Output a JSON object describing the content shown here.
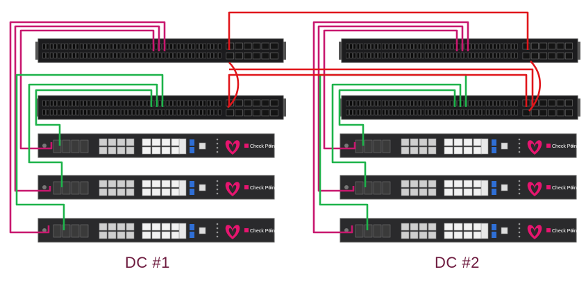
{
  "title": "",
  "colors": {
    "background": "#ffffff",
    "interconnect": "#e0161b",
    "magenta_link": "#c8176e",
    "green_link": "#1db34a",
    "switch_body": "#1c1c1e",
    "appliance_body": "#2a2a2c",
    "brand_pink": "#e6156f",
    "label_text": "#6d1a3e"
  },
  "datacenters": [
    {
      "label": "DC #1",
      "switches": [
        {
          "name": "upper switch"
        },
        {
          "name": "lower switch"
        }
      ],
      "appliances": [
        {
          "brand": "Check Point"
        },
        {
          "brand": "Check Point"
        },
        {
          "brand": "Check Point"
        }
      ]
    },
    {
      "label": "DC #2",
      "switches": [
        {
          "name": "upper switch"
        },
        {
          "name": "lower switch"
        }
      ],
      "appliances": [
        {
          "brand": "Check Point"
        },
        {
          "brand": "Check Point"
        },
        {
          "brand": "Check Point"
        }
      ]
    }
  ],
  "icons": {
    "appliance_logo": "check-point-heart-logo-icon"
  }
}
